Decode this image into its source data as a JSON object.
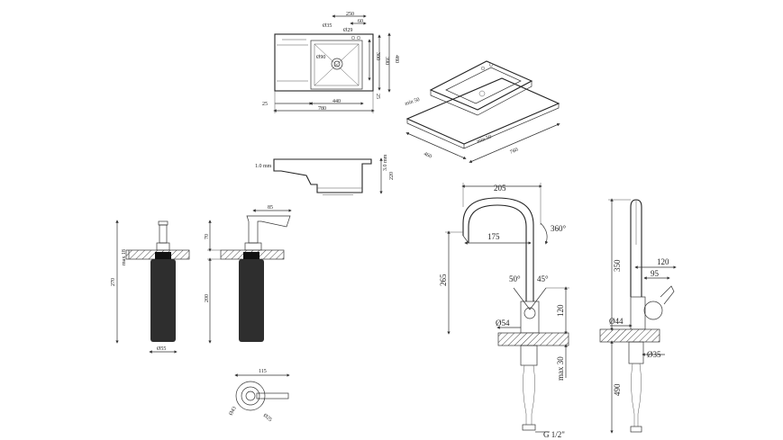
{
  "sink_top": {
    "d_hole_top": "Ø35",
    "w_250": "250",
    "w_60": "60",
    "d_hole2": "Ø29",
    "h_300": "300",
    "h_390": "390",
    "h_480": "480",
    "drain": "Ø90",
    "side_25_left": "25",
    "w_440": "440",
    "side_25_right": "25",
    "w_780": "780"
  },
  "sink_iso": {
    "min50_a": "min 50",
    "min50_b": "min 50",
    "d_460": "460",
    "d_760": "760"
  },
  "sink_section": {
    "thick_10": "1.0 mm",
    "thick_30": "3.0 mm",
    "depth_220": "220"
  },
  "dispenser_a": {
    "max18": "max 18",
    "h270": "270",
    "d55": "Ø55"
  },
  "dispenser_b": {
    "w85": "85",
    "h70": "70",
    "h200": "200"
  },
  "dispenser_top": {
    "w115": "115",
    "d43": "Ø43",
    "d25": "Ø25"
  },
  "faucet_front": {
    "w205": "205",
    "rot360": "360°",
    "w175": "175",
    "h265": "265",
    "a50": "50°",
    "a45": "45°",
    "h120": "120",
    "d54": "Ø54",
    "max30": "max 30",
    "g12": "G 1/2\""
  },
  "faucet_side": {
    "h350": "350",
    "w120": "120",
    "w95": "95",
    "d44": "Ø44",
    "d35": "Ø35",
    "h490": "490"
  }
}
